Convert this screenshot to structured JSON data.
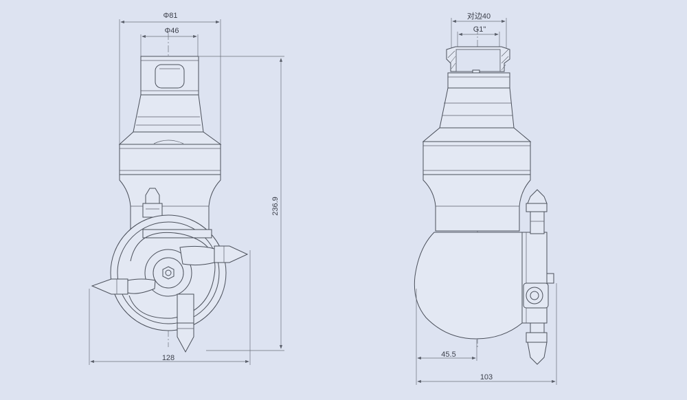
{
  "dimensions": {
    "phi81": "Φ81",
    "phi46": "Φ46",
    "height": "236.9",
    "width_front": "128",
    "across_flats": "对边40",
    "thread": "G1\"",
    "side_offset": "45.5",
    "width_side": "103"
  },
  "colors": {
    "background": "#dde3f1",
    "line": "#4a4f5a",
    "fill": "#e3e8f3"
  }
}
